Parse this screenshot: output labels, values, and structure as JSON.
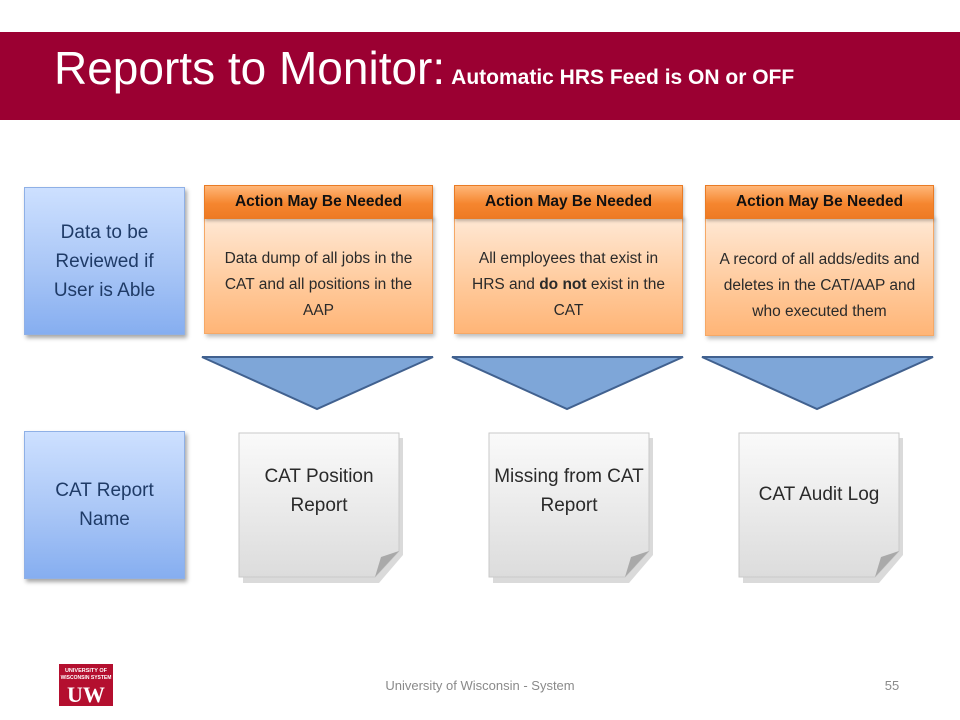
{
  "slide": {
    "title": "Reports to Monitor:",
    "subtitle": "Automatic HRS Feed is ON or OFF",
    "row_labels": {
      "data": "Data to be Reviewed if User is Able",
      "report": "CAT Report Name"
    },
    "columns": [
      {
        "header": "Action May Be Needed",
        "description": "Data dump of all jobs in the CAT and all positions in the AAP",
        "report": "CAT Position Report"
      },
      {
        "header": "Action May Be Needed",
        "description_before": "All employees that exist in HRS and",
        "description_bold": "do not",
        "description_after": "exist in the CAT",
        "report": "Missing from CAT Report"
      },
      {
        "header": "Action May Be Needed",
        "description": "A record of all adds/edits and deletes in the CAT/AAP and who executed them",
        "report": "CAT Audit Log"
      }
    ]
  },
  "footer": {
    "org": "University of Wisconsin - System",
    "page": "55",
    "logo_lines": [
      "UNIVERSITY OF",
      "WISCONSIN SYSTEM",
      "UW"
    ]
  },
  "colors": {
    "title_bar": "#9b0032",
    "blue_box": "#a9c6f6",
    "orange_header": "#f5862f",
    "orange_body": "#ffc99a",
    "funnel": "#7ea6d8"
  },
  "icons": {
    "funnel": "triangle-down-icon",
    "document": "folded-page-icon"
  }
}
